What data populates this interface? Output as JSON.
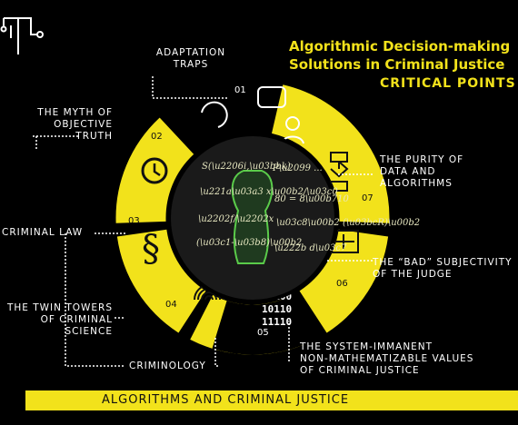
{
  "title": {
    "line1": "Algorithmic Decision-making",
    "line2": "Solutions in Criminal Justice",
    "line3": "CRITICAL POINTS"
  },
  "banner": "ALGORITHMS AND CRIMINAL JUSTICE",
  "segments": [
    {
      "number": "01",
      "label_lines": [
        "ADAPTATION",
        "TRAPS"
      ]
    },
    {
      "number": "02",
      "label_lines": [
        "THE MYTH OF",
        "OBJECTIVE",
        "TRUTH"
      ]
    },
    {
      "number": "03",
      "label_lines": [
        "CRIMINAL LAW"
      ]
    },
    {
      "number": "04",
      "label_lines": [
        "THE TWIN TOWERS",
        "OF CRIMINAL",
        "SCIENCE"
      ]
    },
    {
      "number": "05",
      "label_lines": [
        "CRIMINOLOGY"
      ]
    },
    {
      "number": "06",
      "label_lines": [
        "THE “BAD” SUBJECTIVITY",
        "OF THE JUDGE"
      ]
    },
    {
      "number": "07",
      "label_lines": [
        "THE PURITY OF",
        "DATA AND",
        "ALGORITHMS"
      ]
    }
  ],
  "extra_label_lines": [
    "THE SYSTEM-IMMANENT",
    "NON-MATHEMATIZABLE VALUES",
    "OF CRIMINAL JUSTICE"
  ],
  "binary": [
    "01100",
    "10110",
    "11110"
  ],
  "icons": [
    "logo-icon",
    "chat-question-icon",
    "cycle-icon",
    "history-icon",
    "paragraph-icon",
    "fingerprint-icon",
    "binary-icon",
    "scales-icon",
    "flowchart-icon"
  ],
  "colors": {
    "accent": "#f2e21b",
    "background": "#000000"
  }
}
